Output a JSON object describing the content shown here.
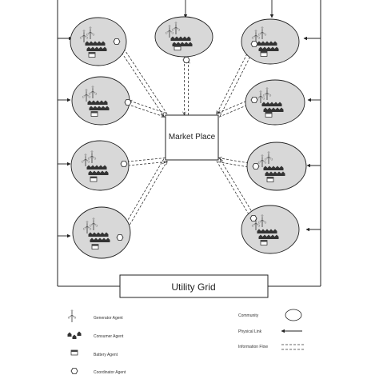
{
  "market_label": "Market Place",
  "grid_label": "Utility Grid",
  "legend": {
    "generator": "Generator Agent",
    "consumer": "Consumer Agent",
    "battery": "Battery Agent",
    "coordinator": "Coordinator Agent",
    "community": "Community",
    "physical_link": "Physical Link",
    "information_flow": "Information Flow"
  },
  "colors": {
    "community_fill": "#d8d8d8",
    "line": "#222222",
    "box_fill": "#ffffff"
  },
  "icons": [
    "wind-turbine-icon",
    "consumer-house-icon",
    "battery-icon",
    "coordinator-hexagon-icon"
  ]
}
